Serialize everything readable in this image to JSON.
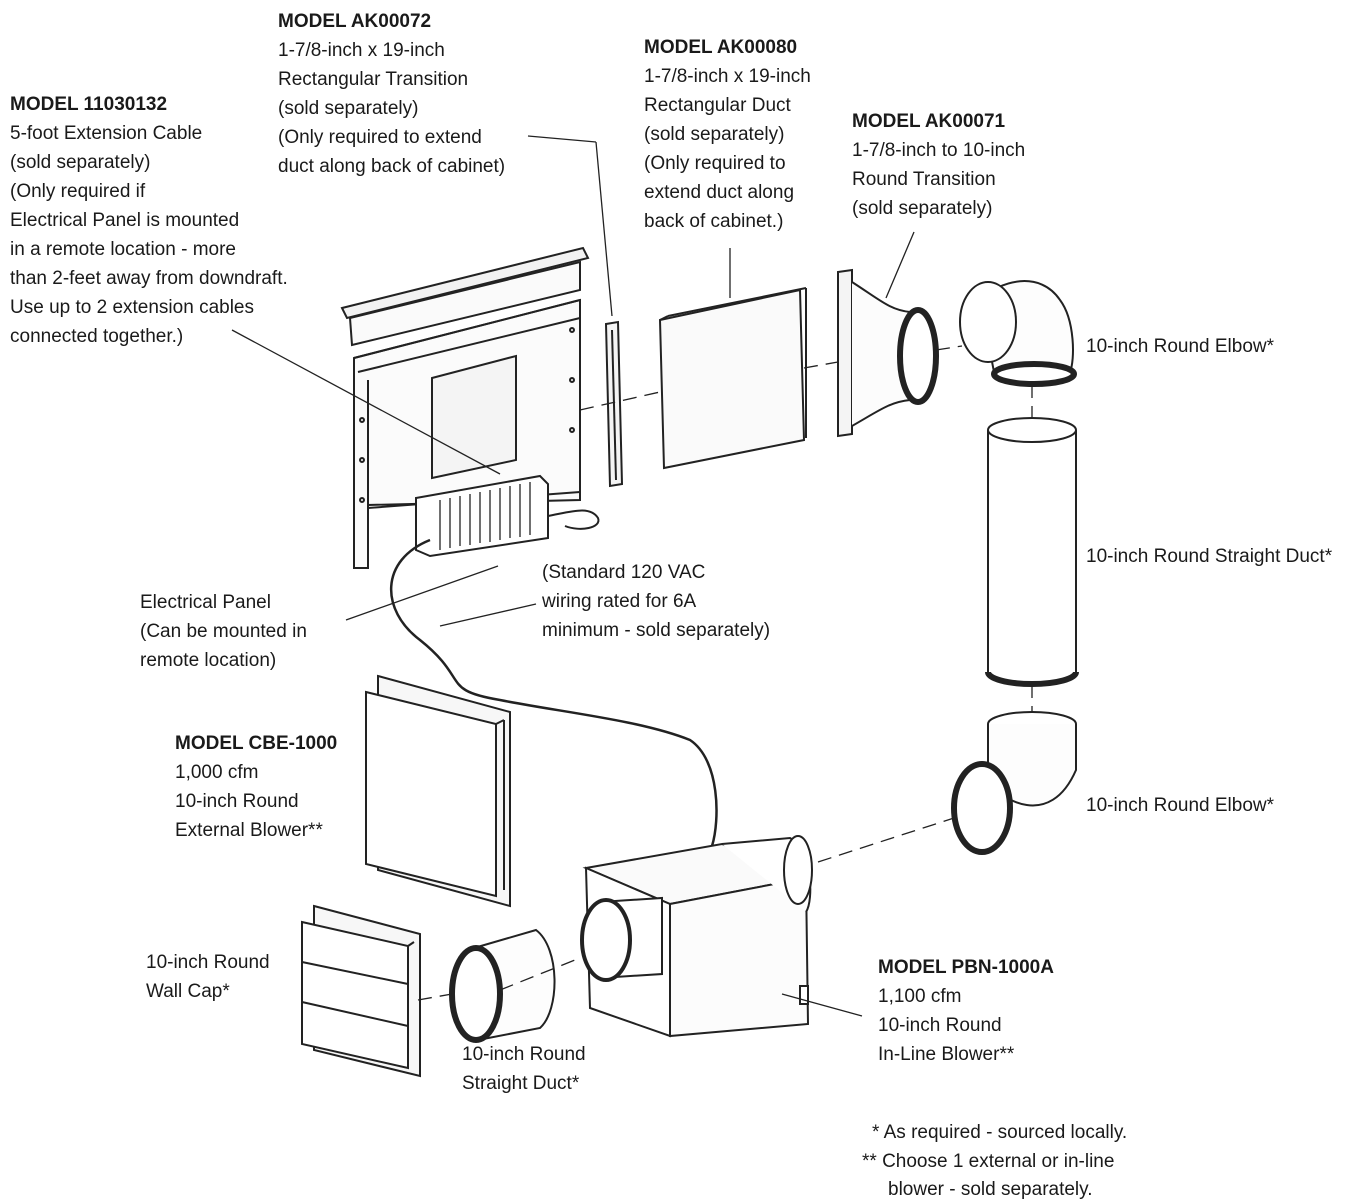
{
  "labels": {
    "ext_cable": {
      "title": "MODEL 11030132",
      "lines": [
        "5-foot Extension Cable",
        "(sold separately)",
        "(Only required if",
        "Electrical Panel is mounted",
        "in a remote location - more",
        "than 2-feet away from downdraft.",
        "Use up to 2 extension cables",
        "connected together.)"
      ]
    },
    "rect_transition": {
      "title": "MODEL AK00072",
      "lines": [
        "1-7/8-inch x 19-inch",
        "Rectangular Transition",
        "(sold separately)",
        "(Only required to extend",
        "duct along back of cabinet)"
      ]
    },
    "rect_duct": {
      "title": "MODEL AK00080",
      "lines": [
        "1-7/8-inch x 19-inch",
        "Rectangular Duct",
        "(sold separately)",
        "(Only required to",
        "extend duct along",
        "back of cabinet.)"
      ]
    },
    "round_transition": {
      "title": "MODEL AK00071",
      "lines": [
        "1-7/8-inch to 10-inch",
        "Round Transition",
        "(sold separately)"
      ]
    },
    "elbow_top": {
      "lines": [
        "10-inch Round Elbow*"
      ]
    },
    "straight_duct_right": {
      "lines": [
        "10-inch Round Straight Duct*"
      ]
    },
    "elbow_bottom": {
      "lines": [
        "10-inch Round Elbow*"
      ]
    },
    "wiring": {
      "lines": [
        "(Standard 120 VAC",
        "wiring rated for 6A",
        "minimum - sold separately)"
      ]
    },
    "electrical_panel": {
      "lines": [
        "Electrical Panel",
        "(Can be mounted in",
        "remote location)"
      ]
    },
    "external_blower": {
      "title": "MODEL CBE-1000",
      "lines": [
        "1,000 cfm",
        "10-inch Round",
        "External Blower**"
      ]
    },
    "wall_cap": {
      "lines": [
        "10-inch Round",
        "Wall Cap*"
      ]
    },
    "straight_duct_bottom": {
      "lines": [
        "10-inch Round",
        "Straight Duct*"
      ]
    },
    "inline_blower": {
      "title": "MODEL PBN-1000A",
      "lines": [
        "1,100 cfm",
        "10-inch Round",
        "In-Line Blower**"
      ]
    }
  },
  "notes": [
    "* As required - sourced locally.",
    "** Choose 1 external or in-line",
    "blower - sold separately."
  ]
}
